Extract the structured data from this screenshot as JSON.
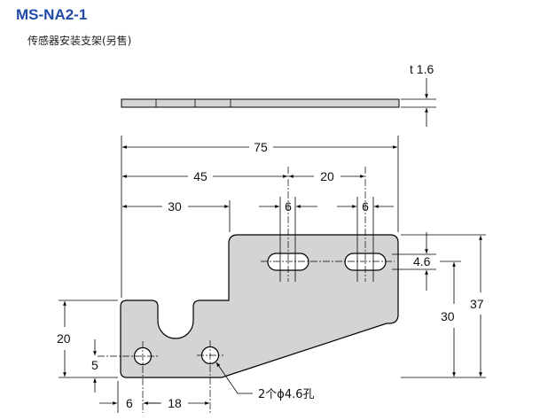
{
  "header": {
    "model": "MS-NA2-1",
    "description": "传感器安装支架(另售)"
  },
  "drawing": {
    "dim_thickness": "t 1.6",
    "dim_total_width": "75",
    "dim_slot_pos_1": "45",
    "dim_slot_pitch": "20",
    "dim_step_width": "30",
    "dim_slot_width_1": "6",
    "dim_slot_width_2": "6",
    "dim_slot_height": "4.6",
    "dim_right_30": "30",
    "dim_total_height": "37",
    "dim_left_20": "20",
    "dim_hole_5": "5",
    "dim_hole_edge_6": "6",
    "dim_hole_pitch_18": "18",
    "hole_callout": "2个ϕ4.6孔"
  },
  "colors": {
    "part_fill": "#d4d4d4",
    "line": "#000000",
    "title": "#1f4aa8"
  }
}
